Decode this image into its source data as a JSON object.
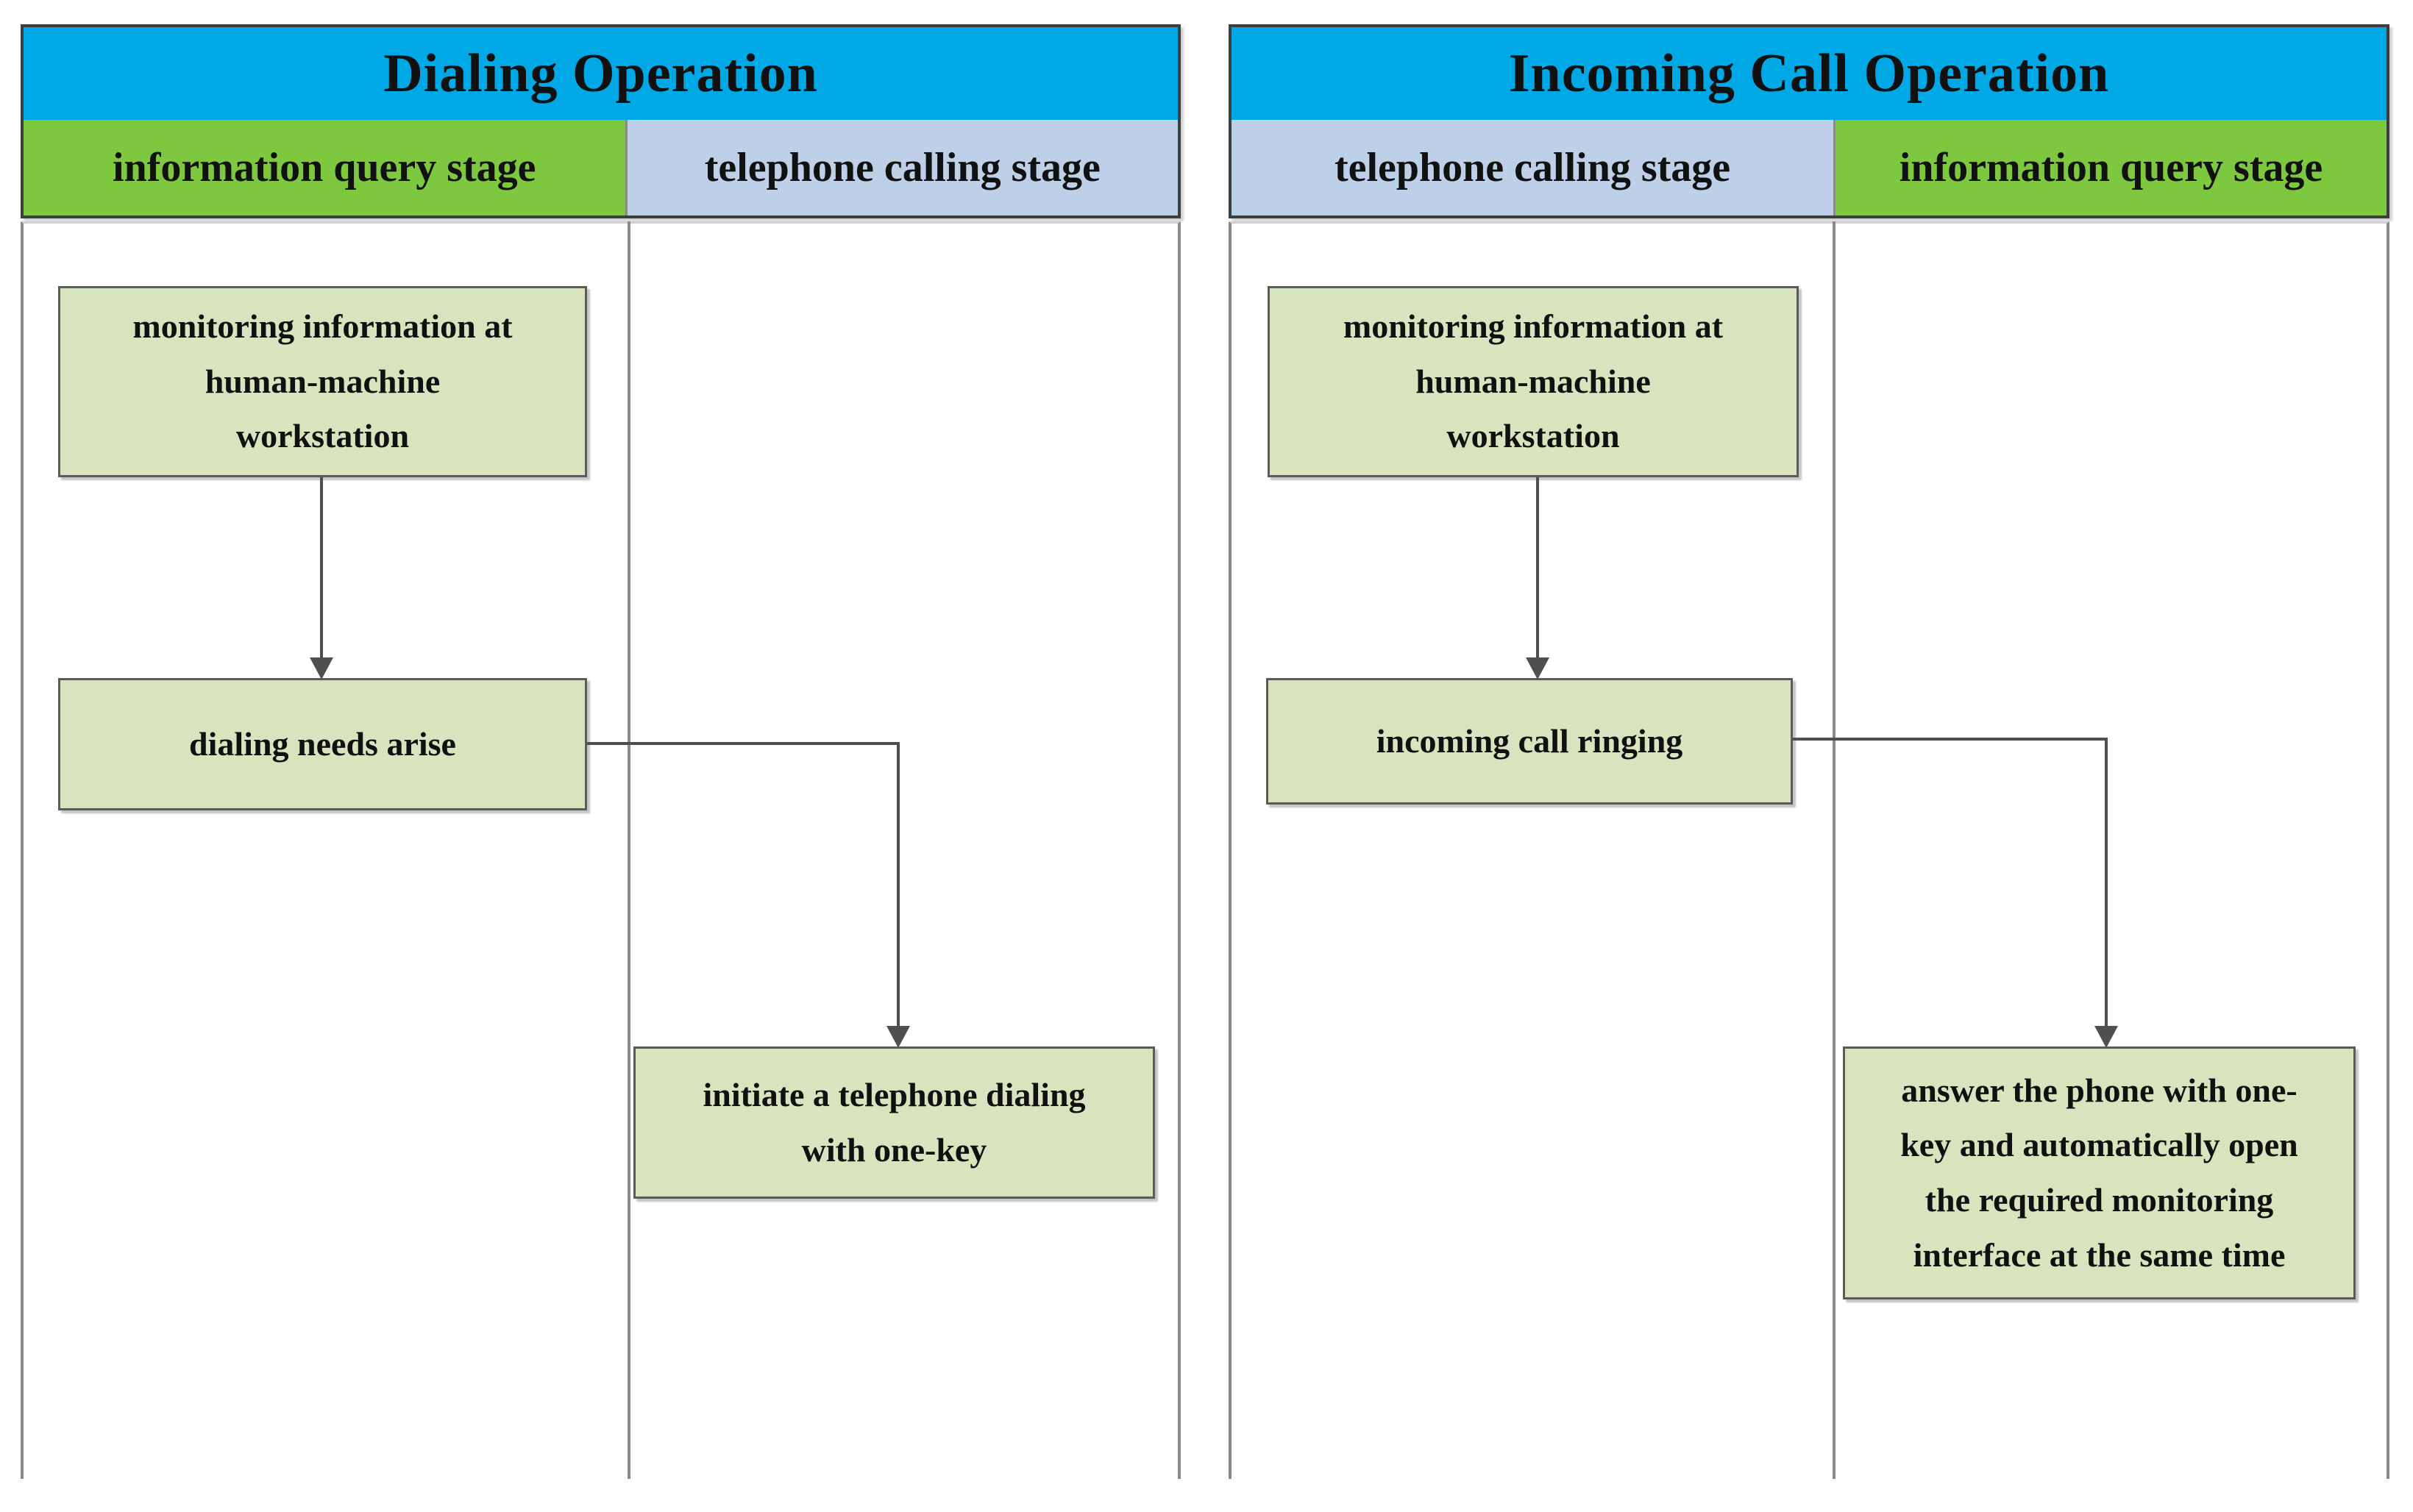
{
  "diagram": {
    "panels": [
      {
        "title": "Dialing Operation",
        "columns": [
          {
            "label": "information query stage"
          },
          {
            "label": "telephone calling stage"
          }
        ],
        "boxes": [
          {
            "text": "monitoring information at\nhuman-machine\nworkstation"
          },
          {
            "text": "dialing needs arise"
          },
          {
            "text": "initiate a telephone dialing\nwith one-key"
          }
        ]
      },
      {
        "title": "Incoming Call Operation",
        "columns": [
          {
            "label": "telephone calling stage"
          },
          {
            "label": "information query stage"
          }
        ],
        "boxes": [
          {
            "text": "monitoring information at\nhuman-machine\nworkstation"
          },
          {
            "text": "incoming call ringing"
          },
          {
            "text": "answer the phone with one-\nkey and automatically open\nthe required monitoring\ninterface at the same time"
          }
        ]
      }
    ],
    "colors": {
      "title_bg": "#00A9E5",
      "query_stage_bg": "#7DC83E",
      "calling_stage_bg": "#BED0E8",
      "box_bg": "#D7E4BE",
      "box_border": "#5B5B5B",
      "line_color": "#4F4F4F",
      "panel_border": "#3E3E3E",
      "grid_line": "#8A8A8A",
      "text_color": "#111111"
    }
  }
}
